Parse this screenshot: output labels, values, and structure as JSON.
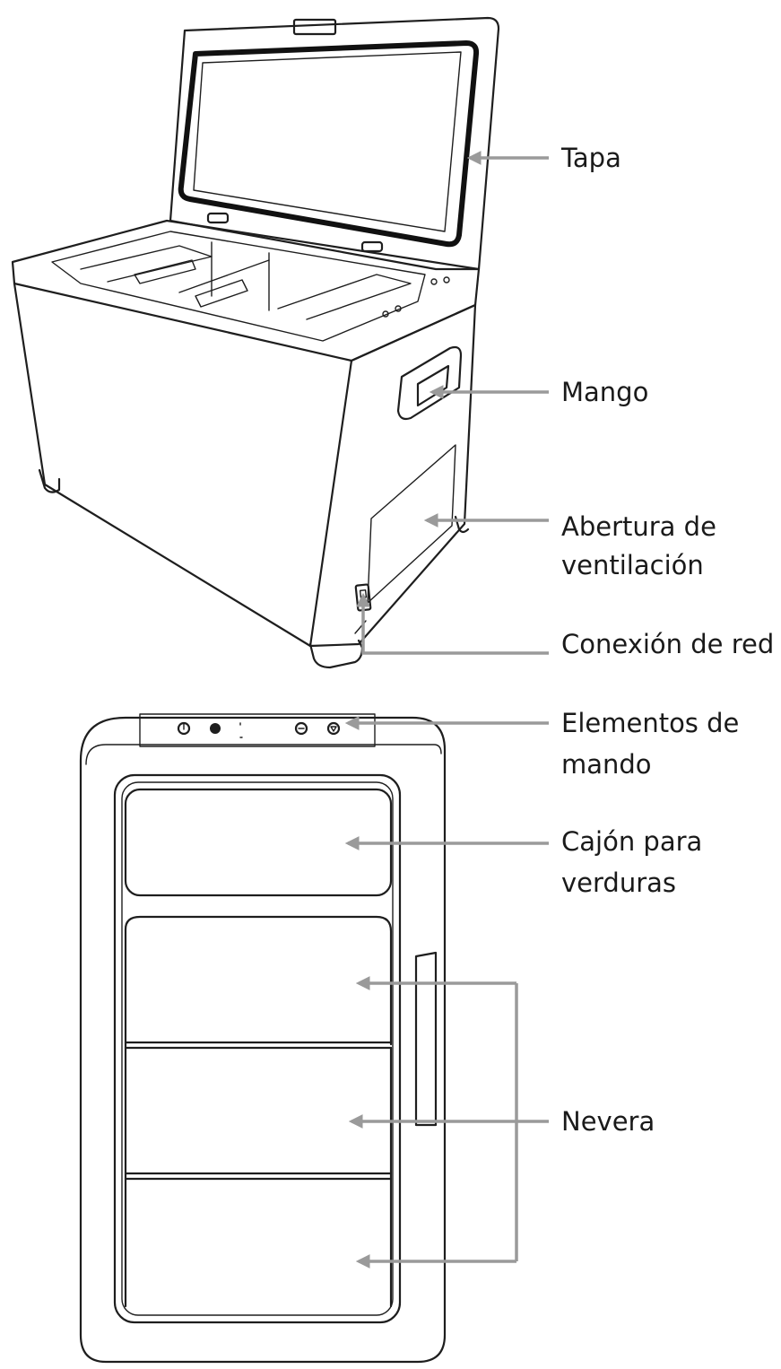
{
  "labels": {
    "tapa": "Tapa",
    "mango": "Mango",
    "abertura_line1": "Abertura de",
    "abertura_line2": "ventilación",
    "conexion": "Conexión de red",
    "elementos_line1": "Elementos de",
    "elementos_line2": "mando",
    "cajon_line1": "Cajón para",
    "cajon_line2": "verduras",
    "nevera": "Nevera"
  },
  "colors": {
    "outline": "#1e1e1e",
    "callout": "#9a9a9a",
    "text": "#1a1a1a",
    "background": "#ffffff"
  }
}
